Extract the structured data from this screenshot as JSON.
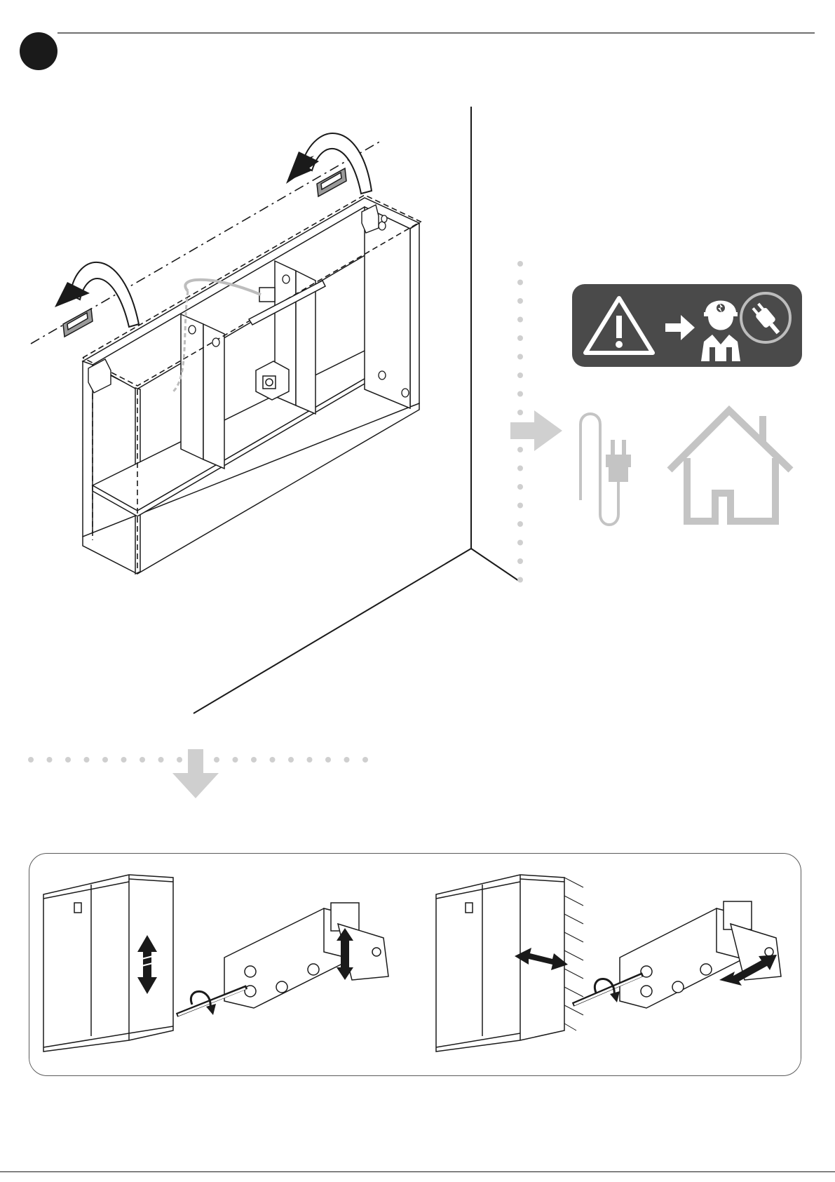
{
  "page": {
    "type": "assembly-instruction-page",
    "step_number": "",
    "colors": {
      "ink": "#1a1a1a",
      "warning_panel": "#4a4a4a",
      "light_gray": "#c8c8c8",
      "dot_gray": "#cfcfcf",
      "white": "#ffffff"
    }
  },
  "header": {
    "step_badge_icon": "step-number-circle"
  },
  "illustration": {
    "main_scene": "mirror-cabinet-hung-on-wall-brackets",
    "rotation_arrows": [
      "curved-arrow-left",
      "curved-arrow-right"
    ],
    "brackets": [
      "wall-bracket-left",
      "wall-bracket-right"
    ]
  },
  "electrical": {
    "warning_icon": "warning-triangle-icon",
    "arrow_icon": "arrow-right-icon",
    "electrician_icon": "electrician-icon",
    "plug_icon": "plug-icon",
    "house_icon": "house-icon",
    "flow_arrow_icon": "gray-arrow-right-icon"
  },
  "adjustment_panel": {
    "vertical_adjust_icon": "double-arrow-vertical-icon",
    "depth_adjust_icon": "double-arrow-horizontal-icon",
    "screwdriver_icon": "screwdriver-rotate-icon"
  }
}
